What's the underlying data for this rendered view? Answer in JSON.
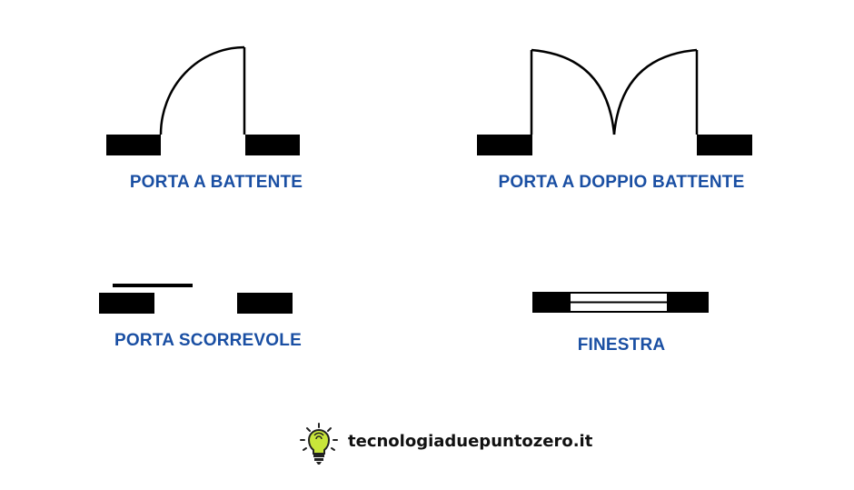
{
  "symbols": [
    {
      "id": "swing-door",
      "label": "PORTA A BATTENTE"
    },
    {
      "id": "double-swing-door",
      "label": "PORTA A DOPPIO BATTENTE"
    },
    {
      "id": "sliding-door",
      "label": "PORTA SCORREVOLE"
    },
    {
      "id": "window",
      "label": "FINESTRA"
    }
  ],
  "brand": {
    "text": "tecnologiaduepuntozero.it",
    "icon": "lightbulb-icon"
  },
  "colors": {
    "label": "#1a4fa3",
    "wall": "#000000",
    "brand_text": "#111111",
    "bulb": "#c8e53a"
  }
}
